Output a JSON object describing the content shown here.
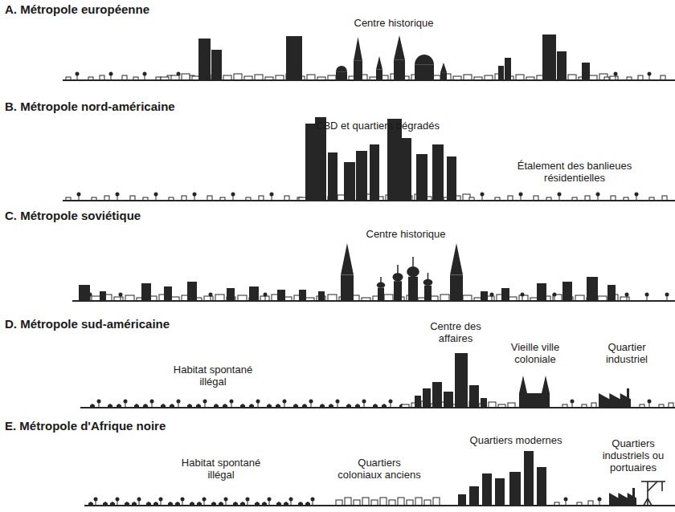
{
  "diagram": {
    "labels": [
      "A. Métropole européenne",
      "Centre historique",
      "B. Métropole nord-américaine",
      "CBD et quartiers dégradés",
      "Étalement des banlieues résidentielles",
      "C. Métropole soviétique",
      "Centre historique",
      "D. Métropole sud-américaine",
      "Habitat spontané illégal",
      "Centre des affaires",
      "Vieille ville coloniale",
      "Quartier industriel",
      "E. Métropole d'Afrique noire",
      "Habitat spontané illégal",
      "Quartiers coloniaux anciens",
      "Quartiers modernes",
      "Quartiers industriels ou portuaires"
    ]
  }
}
